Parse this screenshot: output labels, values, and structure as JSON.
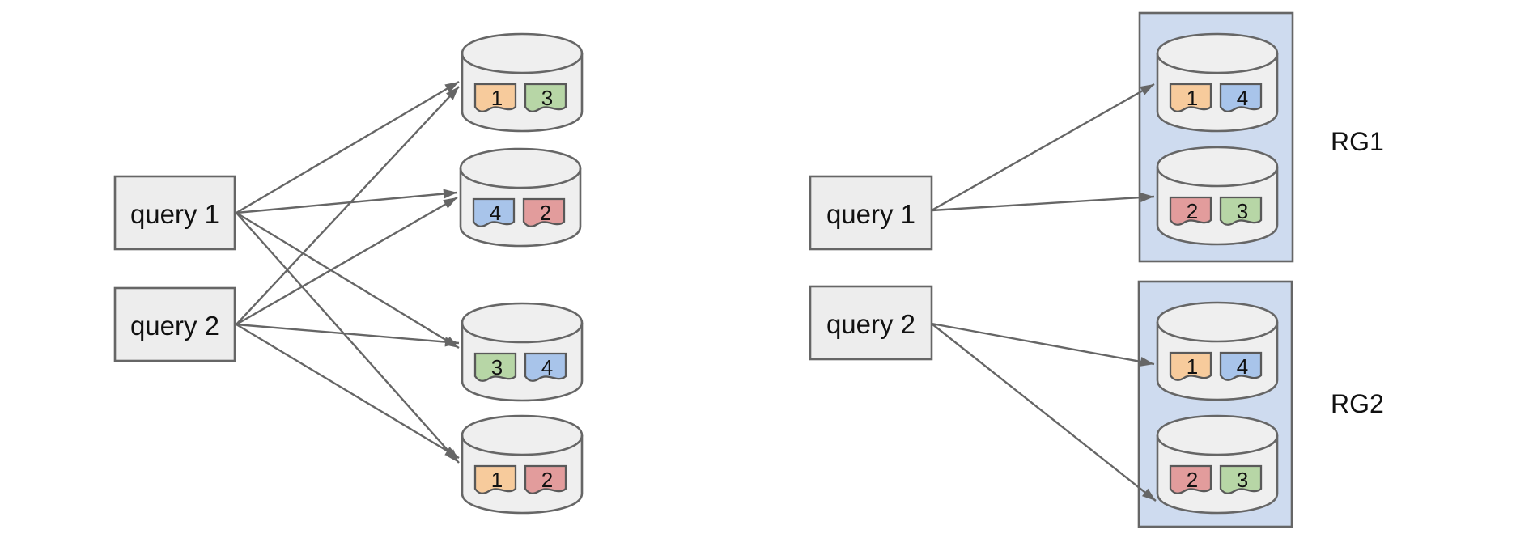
{
  "left": {
    "query1": "query 1",
    "query2": "query 2",
    "db1": {
      "seg1": "1",
      "seg2": "3"
    },
    "db2": {
      "seg1": "4",
      "seg2": "2"
    },
    "db3": {
      "seg1": "3",
      "seg2": "4"
    },
    "db4": {
      "seg1": "1",
      "seg2": "2"
    }
  },
  "right": {
    "query1": "query 1",
    "query2": "query 2",
    "rg1": {
      "label": "RG1",
      "db1": {
        "seg1": "1",
        "seg2": "4"
      },
      "db2": {
        "seg1": "2",
        "seg2": "3"
      }
    },
    "rg2": {
      "label": "RG2",
      "db1": {
        "seg1": "1",
        "seg2": "4"
      },
      "db2": {
        "seg1": "2",
        "seg2": "3"
      }
    }
  },
  "colors": {
    "segment1": "#f7cb9c",
    "segment2": "#e29c9c",
    "segment3": "#b7d6a6",
    "segment4": "#a8c4ea",
    "shape_fill": "#ededed",
    "cylinder_fill": "#efefef",
    "group_fill": "#cedbef",
    "stroke": "#666666"
  }
}
